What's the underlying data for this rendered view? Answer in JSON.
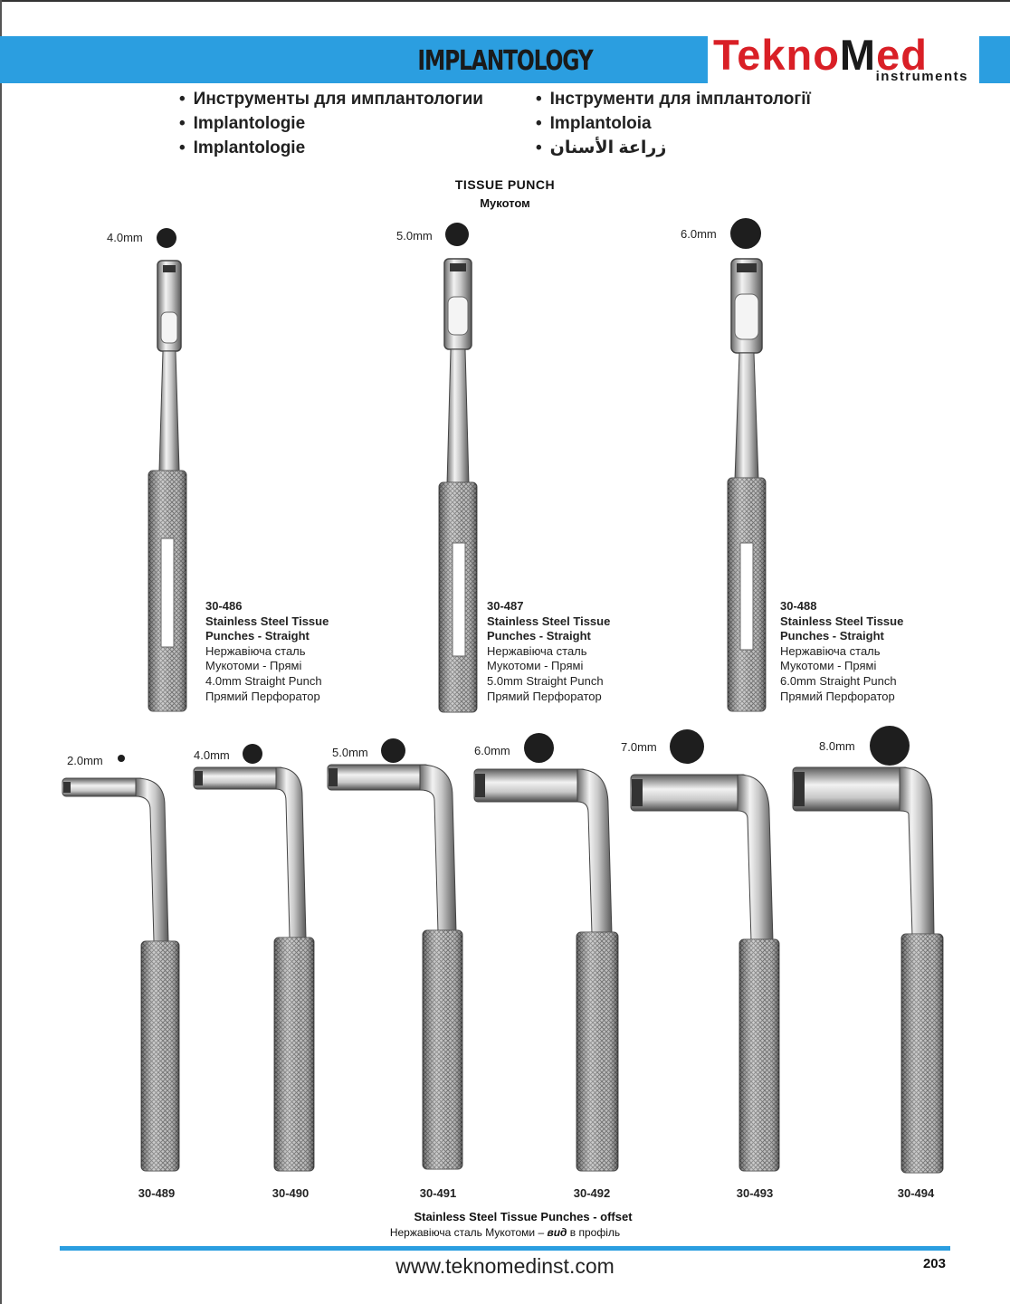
{
  "header": {
    "title": "IMPLANTOLOGY",
    "logo_red1": "Tekno",
    "logo_dark": "M",
    "logo_red2": "ed",
    "logo_sub": "instruments"
  },
  "bullets_left": [
    "Инструменты для имплантологии",
    "Implantologie",
    "Implantologie"
  ],
  "bullets_right": [
    "Інструменти для імплантології",
    "Implantoloia",
    "زراعة الأسنان"
  ],
  "section": {
    "title": "TISSUE PUNCH",
    "subtitle": "Мукотом"
  },
  "straight": [
    {
      "size": "4.0mm",
      "code": "30-486",
      "name1": "Stainless Steel Tissue",
      "name2": "Punches - Straight",
      "ua1": "Нержавіюча сталь",
      "ua2": "Мукотоми - Прямі",
      "punch": "4.0mm Straight Punch",
      "ua3": "Прямий Перфоратор"
    },
    {
      "size": "5.0mm",
      "code": "30-487",
      "name1": "Stainless Steel Tissue",
      "name2": "Punches - Straight",
      "ua1": "Нержавіюча сталь",
      "ua2": "Мукотоми - Прямі",
      "punch": "5.0mm Straight Punch",
      "ua3": "Прямий Перфоратор"
    },
    {
      "size": "6.0mm",
      "code": "30-488",
      "name1": "Stainless Steel Tissue",
      "name2": "Punches - Straight",
      "ua1": "Нержавіюча сталь",
      "ua2": "Мукотоми - Прямі",
      "punch": "6.0mm Straight Punch",
      "ua3": "Прямий Перфоратор"
    }
  ],
  "offset": [
    {
      "size": "2.0mm",
      "code": "30-489"
    },
    {
      "size": "4.0mm",
      "code": "30-490"
    },
    {
      "size": "5.0mm",
      "code": "30-491"
    },
    {
      "size": "6.0mm",
      "code": "30-492"
    },
    {
      "size": "7.0mm",
      "code": "30-493"
    },
    {
      "size": "8.0mm",
      "code": "30-494"
    }
  ],
  "caption": {
    "line1": "Stainless Steel Tissue Punches - offset",
    "line2a": "Нержавіюча сталь Мукотоми – ",
    "line2b": "вид",
    "line2c": " в профіль"
  },
  "footer": {
    "website": "www.teknomedinst.com",
    "page": "203"
  }
}
